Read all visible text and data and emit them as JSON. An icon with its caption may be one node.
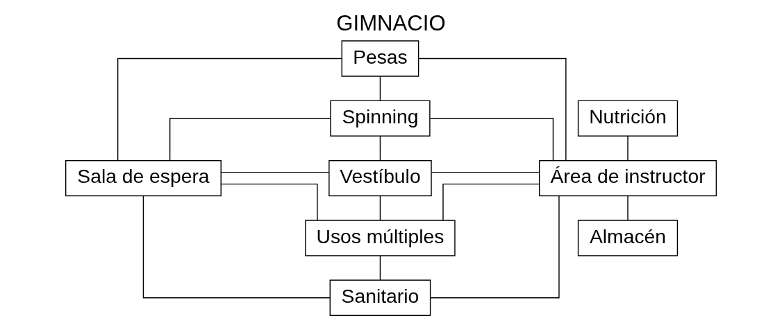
{
  "diagram": {
    "title": "GIMNACIO",
    "nodes": [
      {
        "text": [
          "Pesas"
        ]
      },
      {
        "text": [
          "Spinning"
        ]
      },
      {
        "text": [
          "Nutrición"
        ]
      },
      {
        "text": [
          "Sala de espera"
        ]
      },
      {
        "text": [
          "Vestíbulo"
        ]
      },
      {
        "text": [
          "Área de instructor"
        ]
      },
      {
        "text": [
          "Usos múltiples"
        ]
      },
      {
        "text": [
          "Almacén"
        ]
      },
      {
        "text": [
          "Sanitario"
        ]
      }
    ],
    "edges": [
      {
        "from": 0,
        "to": 1,
        "arrow": "none"
      },
      {
        "from": 1,
        "to": 4,
        "arrow": "none"
      },
      {
        "from": 4,
        "to": 6,
        "arrow": "none"
      },
      {
        "from": 6,
        "to": 8,
        "arrow": "none"
      },
      {
        "from": 3,
        "to": 4,
        "arrow": "none"
      },
      {
        "from": 3,
        "to": 0,
        "arrow": "none"
      },
      {
        "from": 3,
        "to": 1,
        "arrow": "none"
      },
      {
        "from": 3,
        "to": 6,
        "arrow": "none"
      },
      {
        "from": 3,
        "to": 8,
        "arrow": "none"
      },
      {
        "from": 4,
        "to": 5,
        "arrow": "none"
      },
      {
        "from": 0,
        "to": 5,
        "arrow": "none"
      },
      {
        "from": 1,
        "to": 5,
        "arrow": "none"
      },
      {
        "from": 6,
        "to": 5,
        "arrow": "none"
      },
      {
        "from": 8,
        "to": 5,
        "arrow": "none"
      },
      {
        "from": 2,
        "to": 5,
        "arrow": "none"
      },
      {
        "from": 5,
        "to": 7,
        "arrow": "none"
      }
    ]
  }
}
